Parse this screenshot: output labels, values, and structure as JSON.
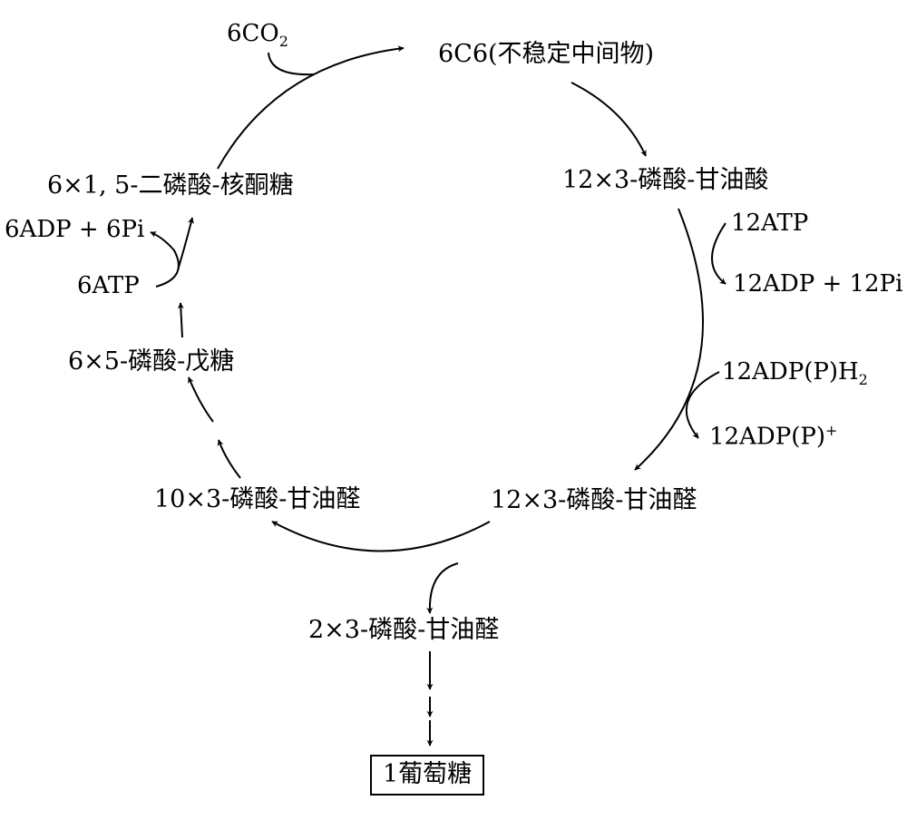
{
  "diagram": {
    "co2": {
      "prefix": "6CO",
      "sub": "2"
    },
    "c6_intermediate": "6C6(不稳定中间物)",
    "pga_12": "12×3-磷酸-甘油酸",
    "atp_12": "12ATP",
    "adp_12": "12ADP + 12Pi",
    "nadph": {
      "prefix": "12ADP(P)H",
      "sub": "2"
    },
    "nadp": {
      "prefix": "12ADP(P)",
      "sup": "+"
    },
    "gap_12": "12×3-磷酸-甘油醛",
    "gap_10": "10×3-磷酸-甘油醛",
    "gap_2": "2×3-磷酸-甘油醛",
    "pentose_phosphate": "6×5-磷酸-戊糖",
    "atp_6": "6ATP",
    "adp_6": "6ADP + 6Pi",
    "rubp": "6×1, 5-二磷酸-核酮糖",
    "glucose": "1葡萄糖"
  }
}
